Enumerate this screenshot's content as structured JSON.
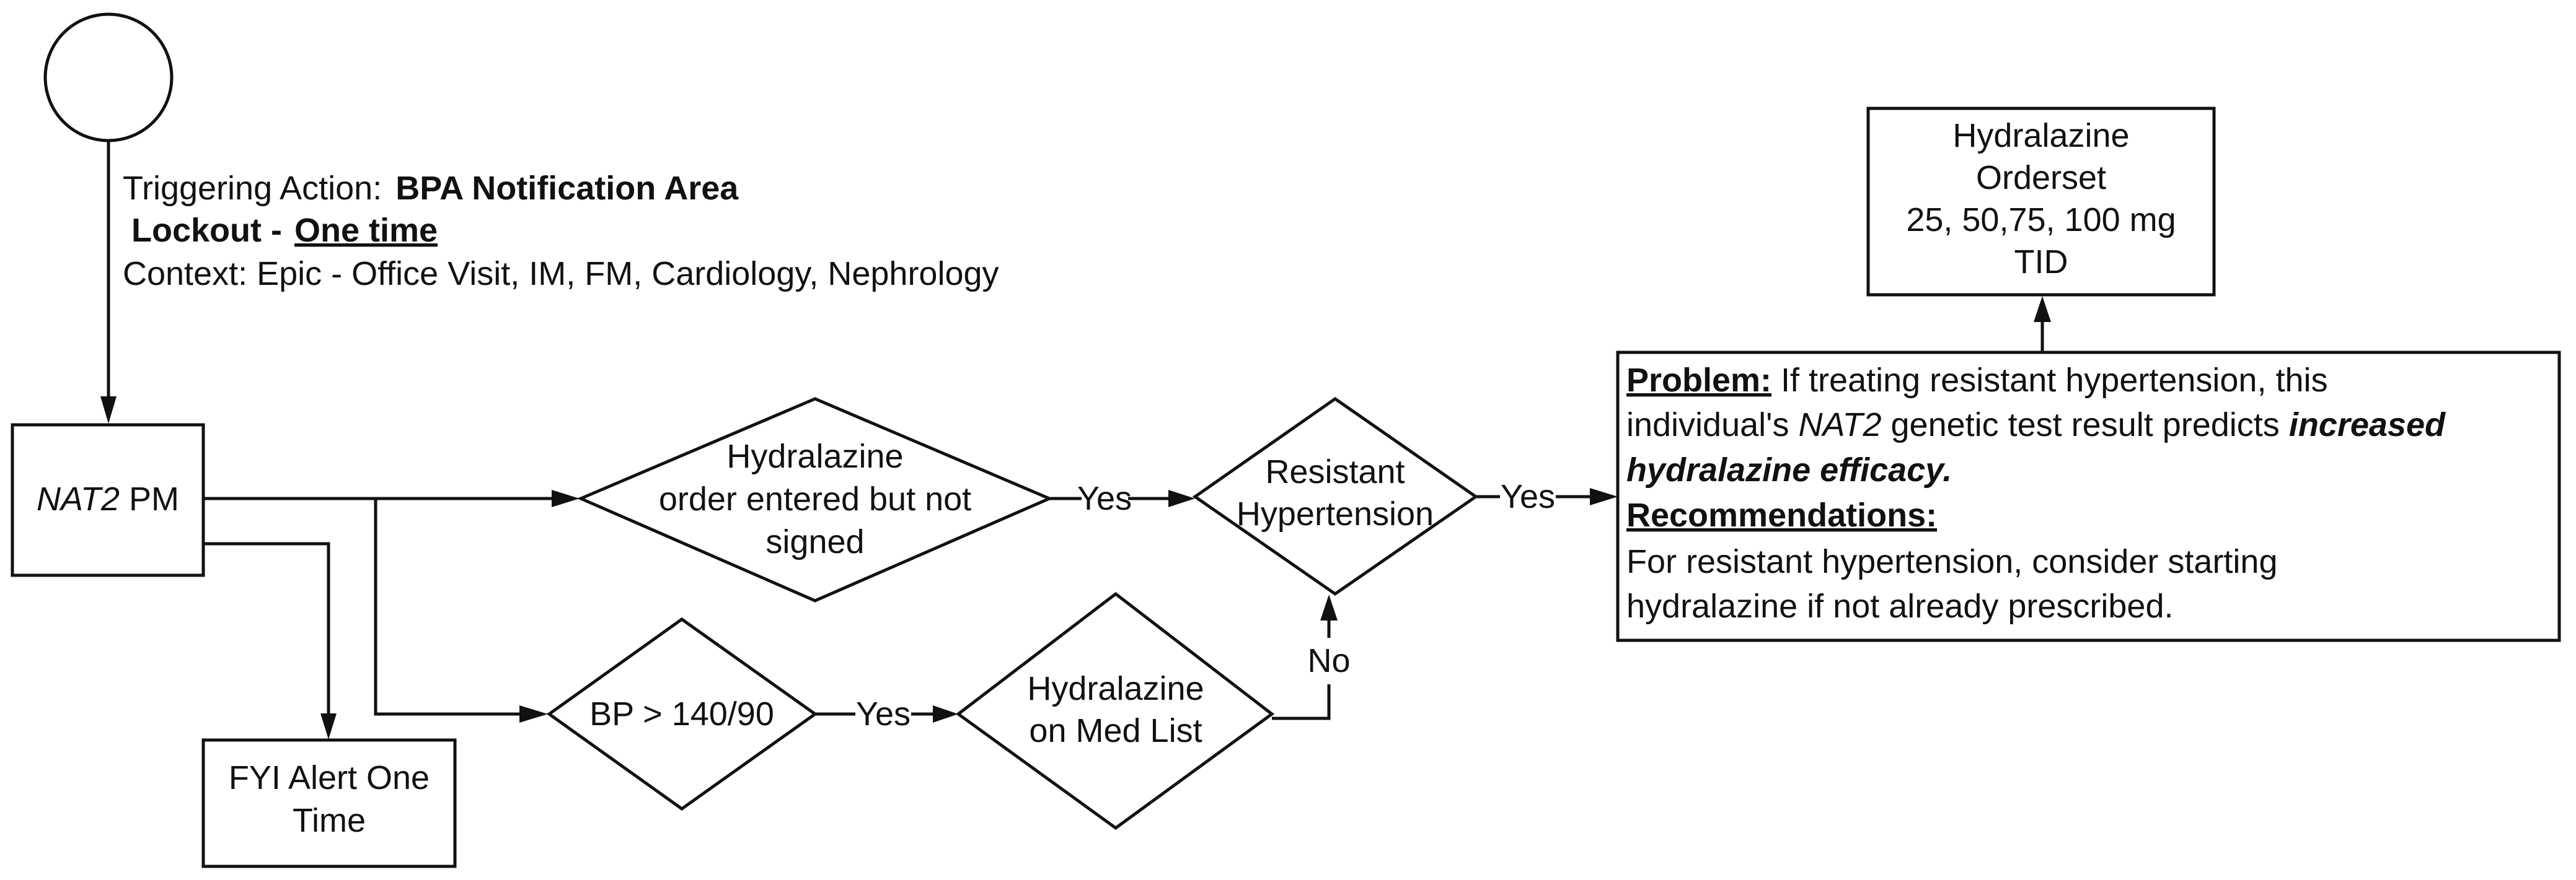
{
  "trigger_note": {
    "line1_label": "Triggering Action:",
    "line1_value": "BPA Notification Area",
    "line2_label": "Lockout -",
    "line2_value": "One time",
    "line3": "Context: Epic - Office Visit, IM, FM, Cardiology, Nephrology"
  },
  "nodes": {
    "start": {
      "shape": "circle"
    },
    "nat2": {
      "italic": "NAT2",
      "text": " PM"
    },
    "fyi": {
      "lines": [
        "FYI Alert One",
        "Time"
      ]
    },
    "order_decision": {
      "lines": [
        "Hydralazine",
        "order entered but not",
        "signed"
      ]
    },
    "bp_decision": {
      "lines": [
        "BP > 140/90"
      ]
    },
    "medlist_decision": {
      "lines": [
        "Hydralazine",
        "on Med List"
      ]
    },
    "resistant_decision": {
      "lines": [
        "Resistant",
        "Hypertension"
      ]
    },
    "orderset": {
      "lines": [
        "Hydralazine",
        "Orderset",
        "25, 50,75, 100 mg",
        "TID"
      ]
    },
    "problem": {
      "problem_label": "Problem:",
      "problem_text1": " If treating resistant hypertension, this",
      "problem_text2a": "individual's ",
      "problem_text2b": "NAT2",
      "problem_text2c": " genetic test result predicts ",
      "problem_text2d": "increased",
      "problem_text3": "hydralazine efficacy.",
      "recommendations_label": "Recommendations:",
      "recommendation_lines": [
        "For resistant hypertension, consider starting",
        "hydralazine if not already prescribed."
      ]
    }
  },
  "edge_labels": {
    "order_to_resistant": "Yes",
    "bp_to_medlist": "Yes",
    "medlist_to_resistant": "No",
    "resistant_to_problem": "Yes"
  }
}
